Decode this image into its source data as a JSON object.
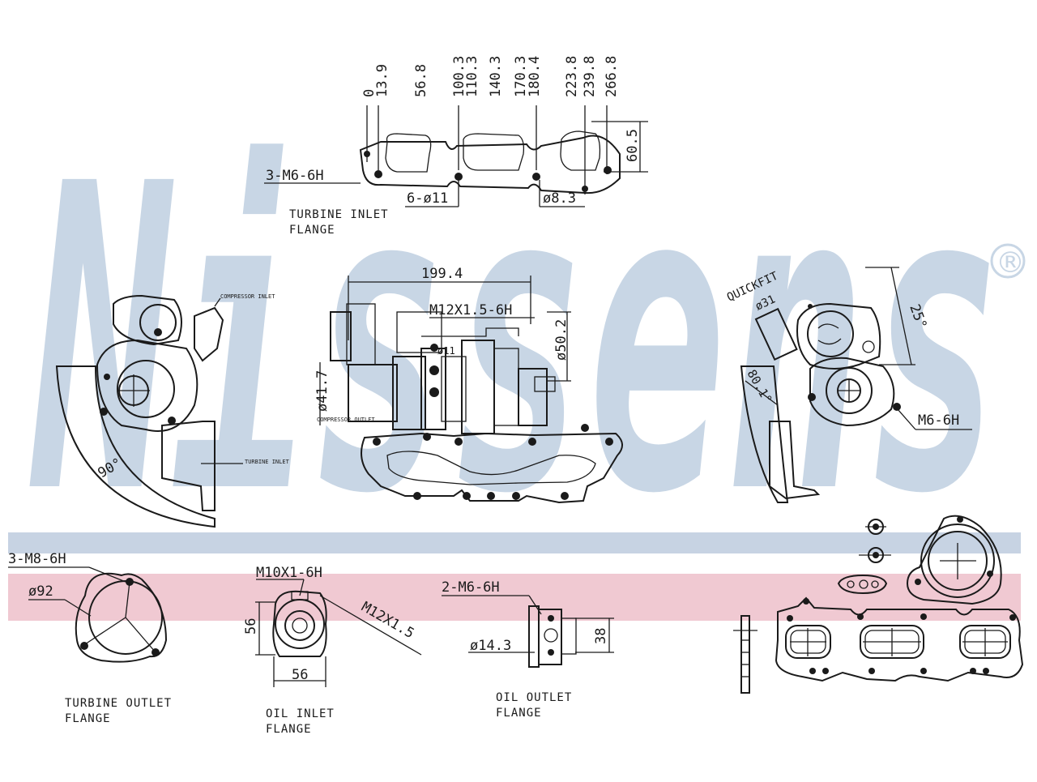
{
  "watermark": {
    "brand": "Nissens",
    "registered": "®",
    "color": "#c8d6e5",
    "band_blue": "#c7d3e3",
    "band_pink": "#f0c9d2"
  },
  "top_dimensions": [
    "0",
    "13.9",
    "56.8",
    "100.3",
    "110.3",
    "140.3",
    "170.3",
    "180.4",
    "223.8",
    "239.8",
    "266.8"
  ],
  "labels": {
    "thread_m6_x3": "3-M6-6H",
    "holes_d11": "6-ø11",
    "hole_d8_3": "ø8.3",
    "height_60_5": "60.5",
    "turbine_inlet_1": "TURBINE INLET",
    "turbine_inlet_2": "FLANGE",
    "length_199_4": "199.4",
    "thread_m12": "M12X1.5-6H",
    "dia_50_2": "ø50.2",
    "dia_41_7": "ø41.7",
    "dia_11": "ø11",
    "quickfit": "QUICKFIT",
    "dia_31": "ø31",
    "angle_25": "25°",
    "angle_80_1": "80.1°",
    "thread_m6_right": "M6-6H",
    "angle_90": "90°",
    "thread_m8_x3": "3-M8-6H",
    "dia_92": "ø92",
    "thread_m10": "M10X1-6H",
    "thread_m12_short": "M12X1.5",
    "dim_56_v": "56",
    "dim_56_h": "56",
    "thread_m6_x2": "2-M6-6H",
    "dia_14_3": "ø14.3",
    "dim_38": "38",
    "turbine_outlet_1": "TURBINE OUTLET",
    "turbine_outlet_2": "FLANGE",
    "oil_inlet_1": "OIL INLET",
    "oil_inlet_2": "FLANGE",
    "oil_outlet_1": "OIL OUTLET",
    "oil_outlet_2": "FLANGE",
    "tiny_compressor_inlet": "COMPRESSOR INLET",
    "tiny_turbine_inlet": "TURBINE INLET",
    "tiny_compressor_outlet": "COMPRESSOR OUTLET"
  }
}
